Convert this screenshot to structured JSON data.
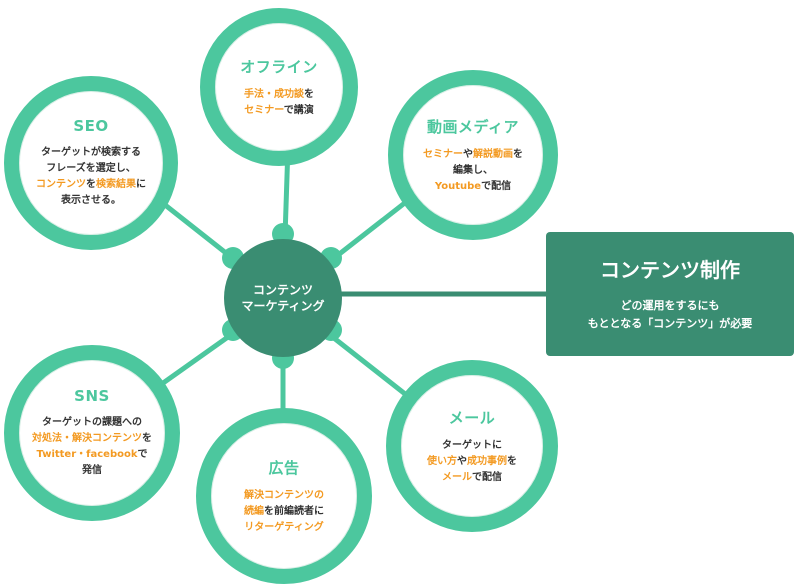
{
  "colors": {
    "accent_green": "#4cc79e",
    "dark_green": "#3a8d72",
    "highlight_orange": "#f39a22",
    "text_dark": "#333333"
  },
  "hub": {
    "line1": "コンテンツ",
    "line2": "マーケティング"
  },
  "main_box": {
    "title": "コンテンツ制作",
    "line1": "どの運用をするにも",
    "line2": "もととなる「コンテンツ」が必要"
  },
  "nodes": {
    "offline": {
      "title": "オフライン",
      "l1a": "手法・成功談",
      "l1b": "を",
      "l2a": "セミナー",
      "l2b": "で講演"
    },
    "seo": {
      "title": "SEO",
      "l1": "ターゲットが検索する",
      "l2": "フレーズを選定し、",
      "l3a": "コンテンツ",
      "l3b": "を",
      "l3c": "検索結果",
      "l3d": "に",
      "l4": "表示させる。"
    },
    "video": {
      "title": "動画メディア",
      "l1a": "セミナー",
      "l1b": "や",
      "l1c": "解説動画",
      "l1d": "を",
      "l2": "編集し、",
      "l3a": "Youtube",
      "l3b": "で配信"
    },
    "sns": {
      "title": "SNS",
      "l1": "ターゲットの課題への",
      "l2a": "対処法・解決コンテンツ",
      "l2b": "を",
      "l3a": "Twitter・facebook",
      "l3b": "で",
      "l4": "発信"
    },
    "ad": {
      "title": "広告",
      "l1": "解決コンテンツの",
      "l2a": "続編",
      "l2b": "を前編読者に",
      "l3": "リターゲティング"
    },
    "mail": {
      "title": "メール",
      "l1": "ターゲットに",
      "l2a": "使い方",
      "l2b": "や",
      "l2c": "成功事例",
      "l2d": "を",
      "l3a": "メール",
      "l3b": "で配信"
    }
  }
}
